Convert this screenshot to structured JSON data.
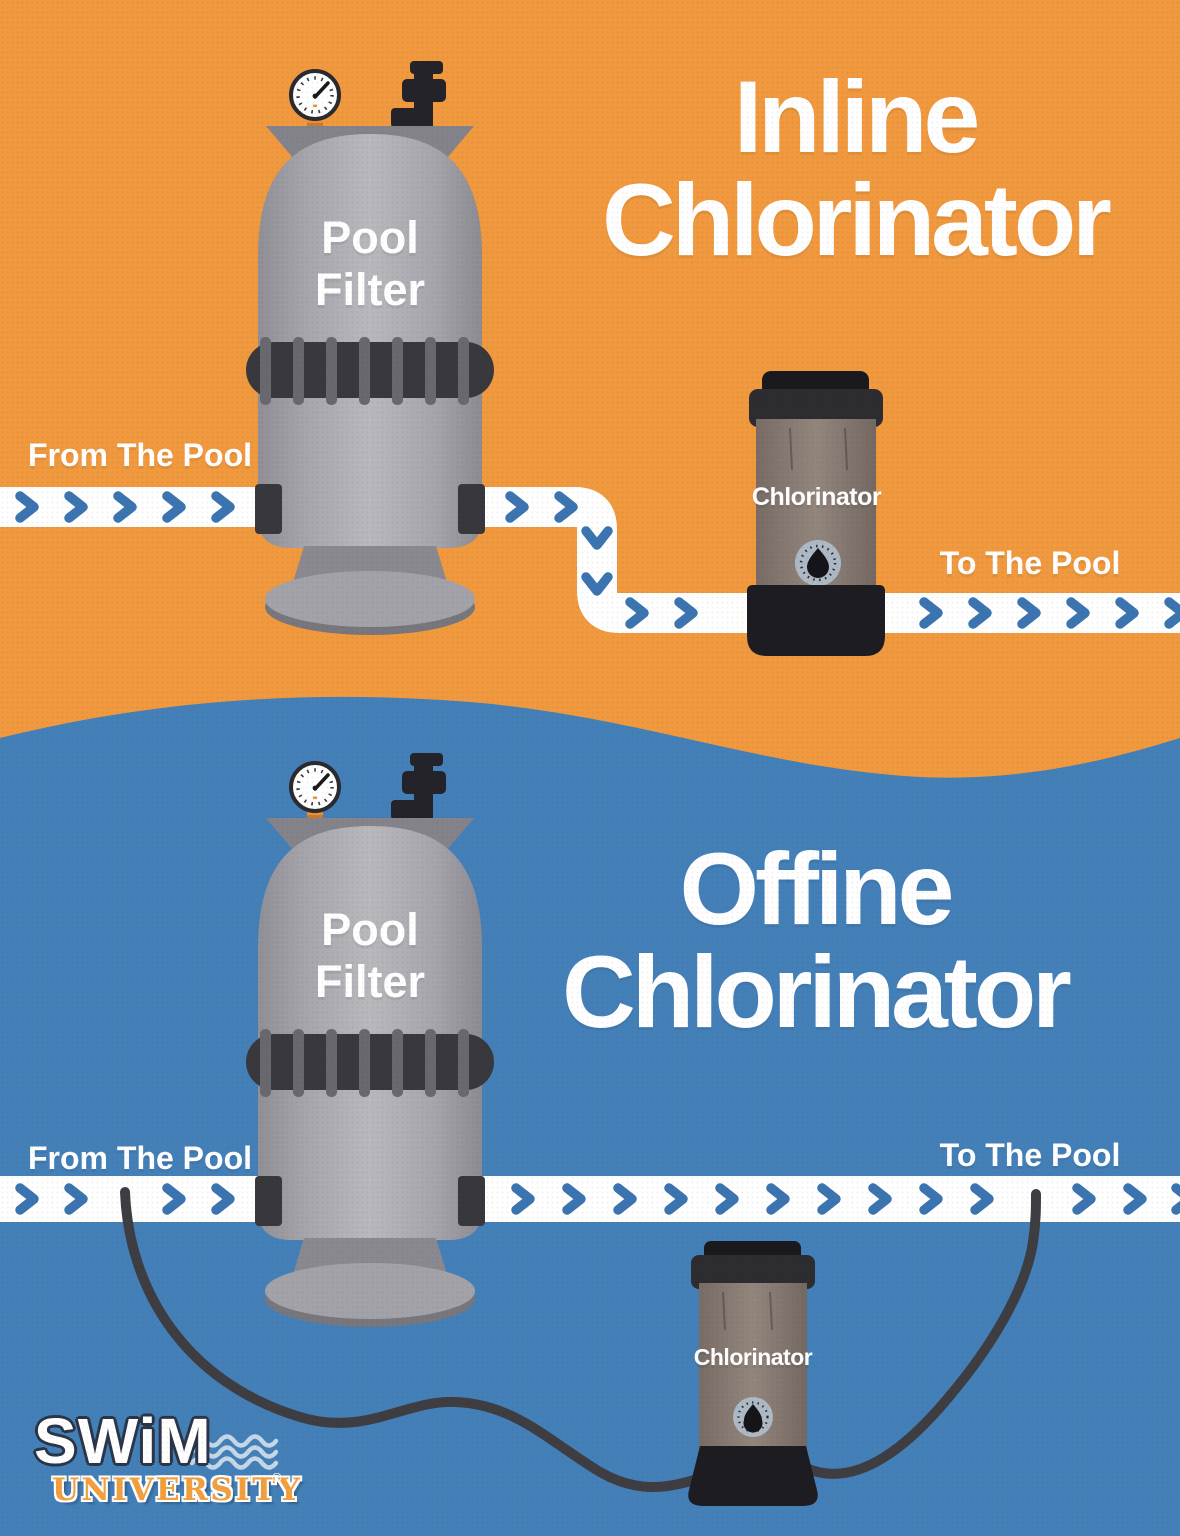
{
  "colors": {
    "orange_background": "#F0993E",
    "blue_background": "#4480B8",
    "arrow_blue": "#3B74B0",
    "pipe_white": "#FFFFFF",
    "tank_gray": "#A9A8AE",
    "hardware_dark": "#2D2C31",
    "chlorinator_taupe": "#8F827A",
    "logo_orange": "#F2A03D"
  },
  "icons": {
    "flow_arrow": "chevron-right",
    "pressure_gauge": "round-dial-gauge",
    "filter_valve": "black-pipe-valve",
    "chlorinator_dial": "droplet-knob-dial",
    "logo_waves": "three-wavy-lines"
  },
  "sections": {
    "inline": {
      "title_line1": "Inline",
      "title_line2": "Chlorinator",
      "from_pool_label": "From The Pool",
      "to_pool_label": "To The Pool",
      "filter_label_line1": "Pool",
      "filter_label_line2": "Filter",
      "chlorinator_label": "Chlorinator"
    },
    "offline": {
      "title_line1": "Offine",
      "title_line2": "Chlorinator",
      "from_pool_label": "From The Pool",
      "to_pool_label": "To The Pool",
      "filter_label_line1": "Pool",
      "filter_label_line2": "Filter",
      "chlorinator_label": "Chlorinator"
    }
  },
  "logo": {
    "brand": "SWiM",
    "brand_sub": "UNIVERSITY",
    "registered_mark": "®"
  }
}
